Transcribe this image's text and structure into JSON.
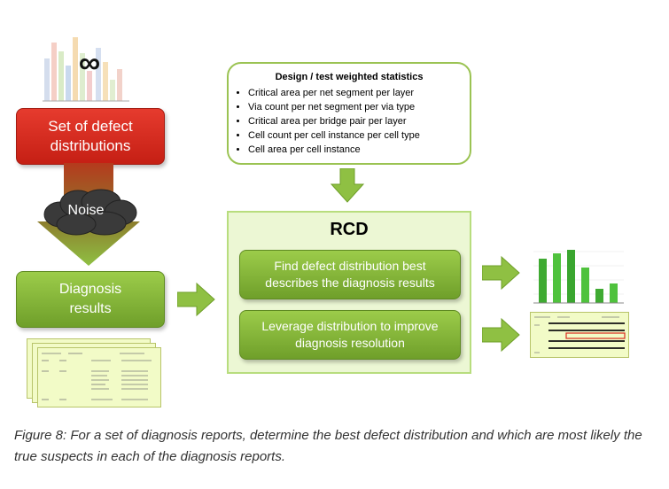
{
  "set_of_defect": "Set of defect distributions",
  "noise": "Noise",
  "diagnosis_results": "Diagnosis results",
  "stats_box": {
    "title": "Design / test weighted statistics",
    "items": [
      "Critical area per net segment per layer",
      "Via count per net segment per via type",
      "Critical area per bridge pair per layer",
      "Cell count per cell instance per cell type",
      "Cell area per cell instance"
    ]
  },
  "rcd": {
    "title": "RCD",
    "step1": "Find defect distribution best describes the diagnosis results",
    "step2": "Leverage distribution to improve diagnosis resolution"
  },
  "infinity": "∞",
  "caption": "Figure 8: For a set of diagnosis reports, determine the best defect distribution and which are most likely the true suspects in each of the diagnosis reports.",
  "colors": {
    "red": "#d92b1f",
    "green": "#7fb236",
    "light_green": "#ecf7d4",
    "arrow": "#8fc043"
  },
  "icons": [
    "bar-chart-infinity-icon",
    "noise-cloud-icon",
    "down-arrow-icon",
    "right-arrow-icon",
    "result-bar-chart-icon",
    "report-stack-icon"
  ]
}
